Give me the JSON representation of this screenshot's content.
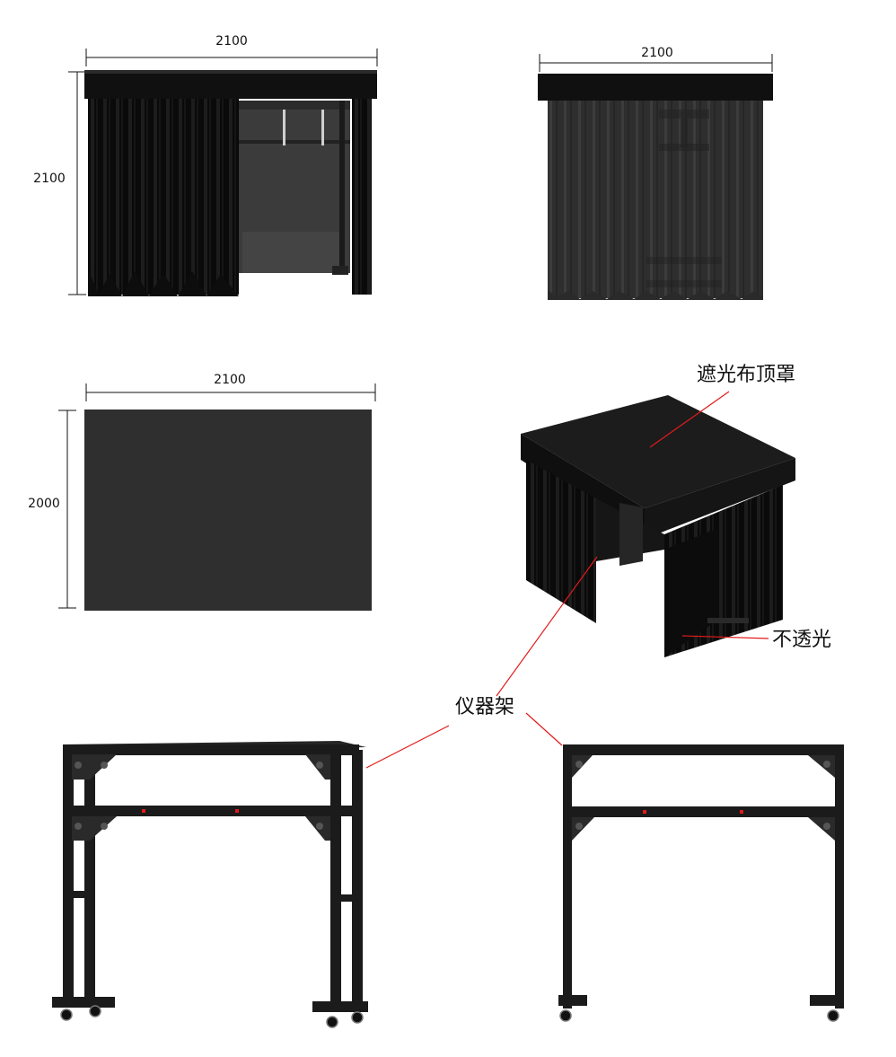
{
  "dimensions": {
    "front_width": "2100",
    "front_height": "2100",
    "back_width": "2100",
    "side_width": "2100",
    "side_height": "2000"
  },
  "callouts": {
    "top_cover": "遮光布顶罩",
    "opaque": "不透光",
    "instrument_rack": "仪器架"
  },
  "colors": {
    "curtain": "#0d0d0d",
    "panel": "#2f2f2f",
    "frame": "#1b1b1b",
    "leader_line": "#e21a1a",
    "dimension_line": "#111111"
  }
}
